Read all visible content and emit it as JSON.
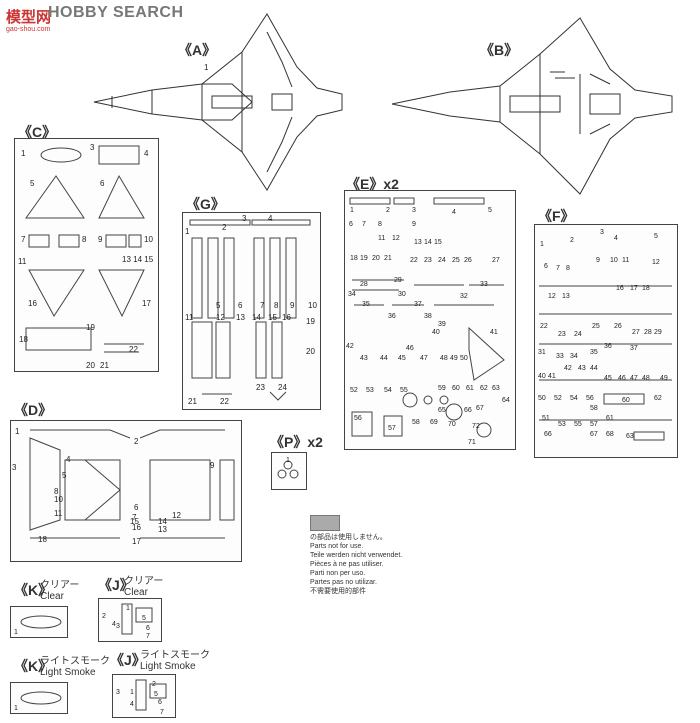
{
  "watermark": {
    "logo": "模型网",
    "brand": "HOBBY SEARCH",
    "url": "gao-shou.com"
  },
  "sprues": {
    "A": "《A》",
    "B": "《B》",
    "C": "《C》",
    "D": "《D》",
    "E": "《E》x2",
    "F": "《F》",
    "G": "《G》",
    "P": "《P》x2",
    "K_clear": "《K》",
    "J_clear": "《J》",
    "K_smoke": "《K》",
    "J_smoke": "《J》"
  },
  "clear_label": {
    "jp": "クリアー",
    "en": "Clear"
  },
  "smoke_label": {
    "jp": "ライトスモーク",
    "en": "Light Smoke"
  },
  "note": {
    "jp": "の部品は使用しません。",
    "en": "Parts not for use.",
    "de": "Teile werden nicht verwendet.",
    "fr": "Pièces à ne pas utiliser.",
    "it": "Parti non per uso.",
    "es": "Partes pas no utilizar.",
    "zh": "不需要使用的部件"
  }
}
